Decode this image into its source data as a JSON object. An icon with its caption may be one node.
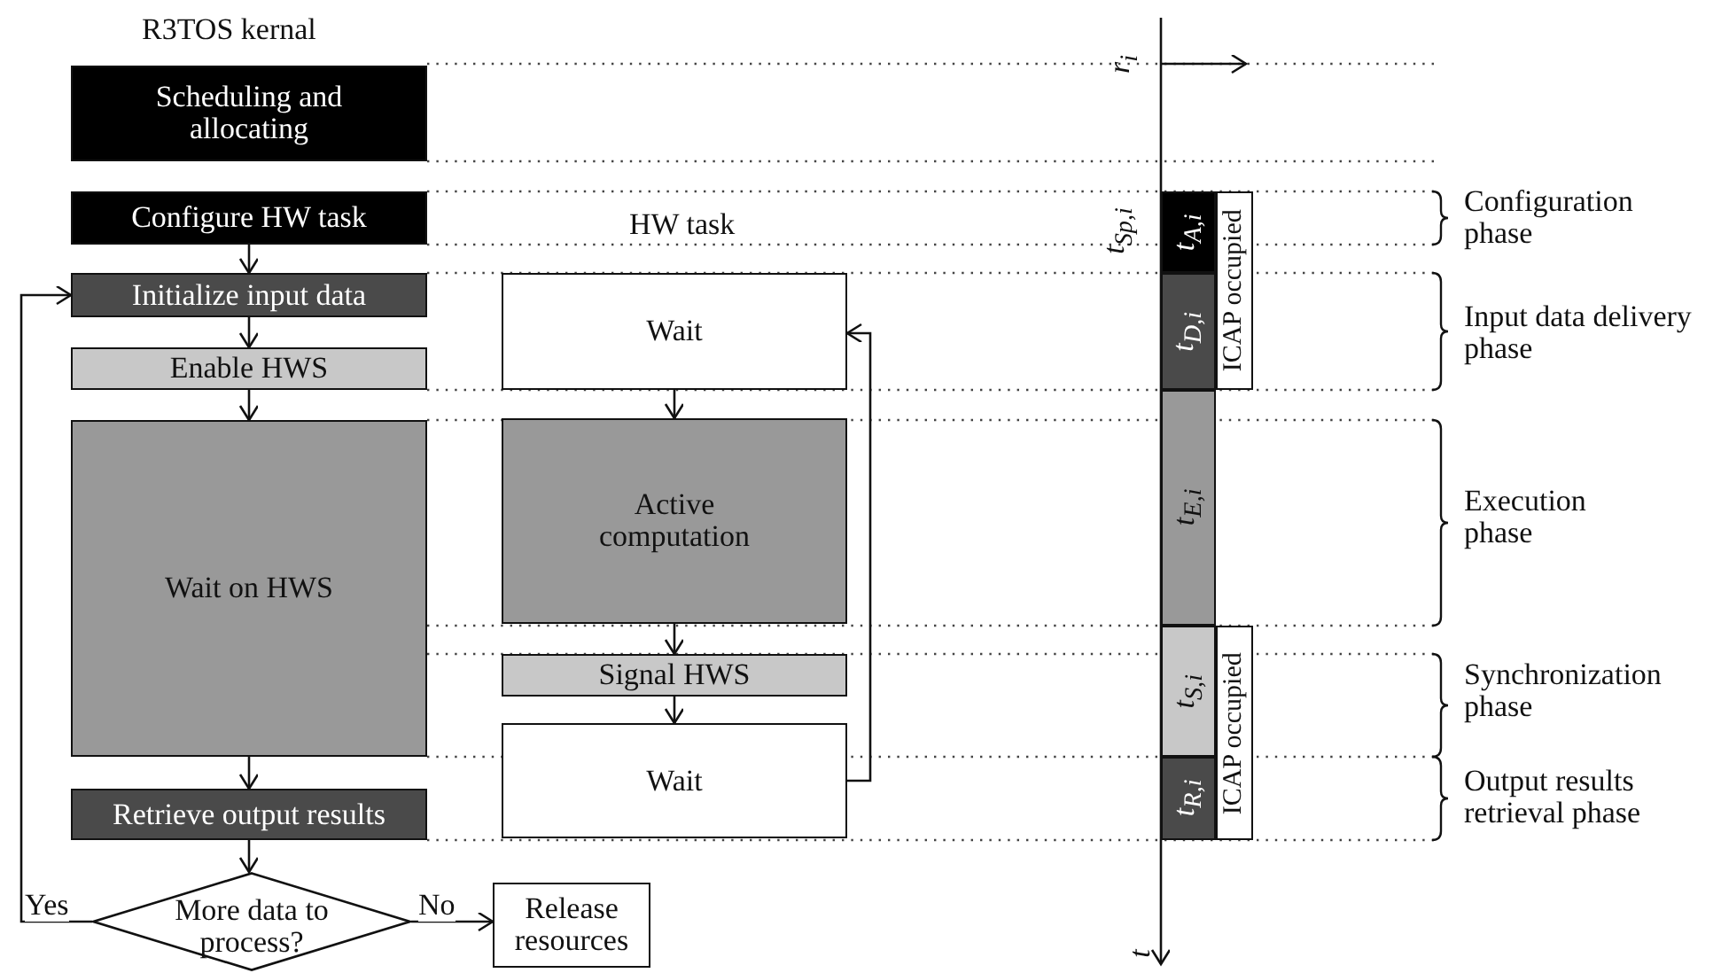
{
  "diagram": {
    "nodes": [
      {
        "text": [
          "Scheduling and allocating"
        ]
      },
      {
        "text": [
          "Configure HW task"
        ]
      },
      {
        "text": [
          "Initialize input data"
        ]
      },
      {
        "text": [
          "Enable HWS"
        ]
      },
      {
        "text": [
          "Wait on HWS"
        ]
      },
      {
        "text": [
          "Retrieve output results"
        ]
      },
      {
        "text": [
          "More data to process?"
        ]
      },
      {
        "text": [
          "Release resources"
        ]
      },
      {
        "text": [
          "Wait"
        ]
      },
      {
        "text": [
          "Active computation"
        ]
      },
      {
        "text": [
          "Signal HWS"
        ]
      },
      {
        "text": [
          "Wait"
        ]
      },
      {
        "text": [
          "t$_{A,i}$"
        ]
      },
      {
        "text": [
          "t$_{D,i}$"
        ]
      },
      {
        "text": [
          "t$_{E,i}$"
        ]
      },
      {
        "text": [
          "t$_{S,i}$"
        ]
      },
      {
        "text": [
          "t$_{R,i}$"
        ]
      },
      {
        "text": [
          "ICAP occupied"
        ]
      },
      {
        "text": [
          "ICAP occupied"
        ]
      }
    ],
    "edges": [
      {
        "from": 1,
        "to": 2,
        "arrow": "to"
      },
      {
        "from": 2,
        "to": 3,
        "arrow": "to"
      },
      {
        "from": 3,
        "to": 4,
        "arrow": "to"
      },
      {
        "from": 4,
        "to": 5,
        "arrow": "to"
      },
      {
        "from": 5,
        "to": 6,
        "arrow": "to"
      },
      {
        "from": 6,
        "to": 7,
        "arrow": "to",
        "label": "No"
      },
      {
        "from": 6,
        "to": 2,
        "arrow": "to",
        "label": "Yes"
      },
      {
        "from": 8,
        "to": 9,
        "arrow": "to"
      },
      {
        "from": 9,
        "to": 10,
        "arrow": "to"
      },
      {
        "from": 10,
        "to": 11,
        "arrow": "to"
      },
      {
        "from": 11,
        "to": 8,
        "arrow": "to"
      }
    ],
    "labels": [
      "R3TOS kernal",
      "HW task",
      "r$_{i}$",
      "t$_{Sp,i}$",
      "Configuration phase",
      "Input data delivery phase",
      "Execution phase",
      "Synchronization phase",
      "Output results retrieval phase",
      "t"
    ]
  }
}
